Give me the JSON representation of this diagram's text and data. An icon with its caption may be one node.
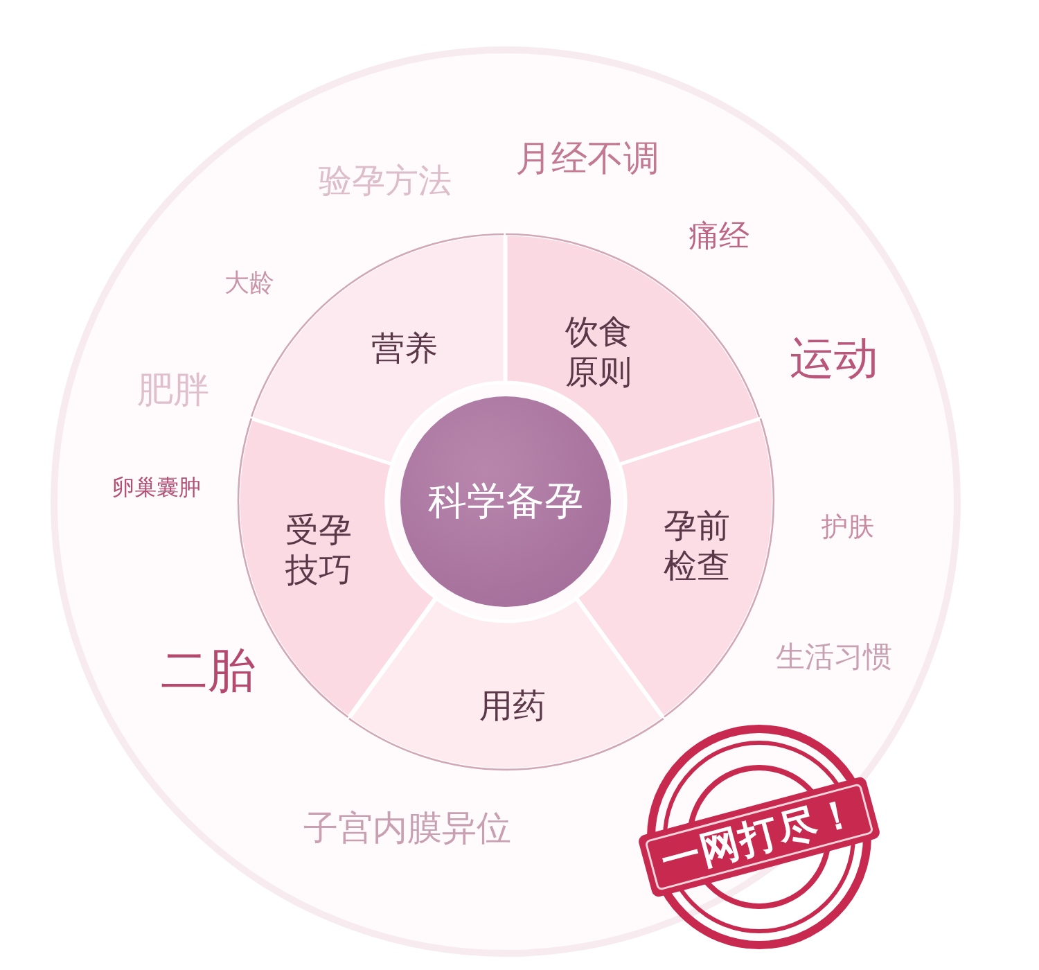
{
  "diagram": {
    "nodes": [
      {
        "text": [
          "营养"
        ]
      },
      {
        "text": [
          "饮食原则"
        ]
      },
      {
        "text": [
          "科学备孕"
        ]
      },
      {
        "text": [
          "受孕技巧"
        ]
      },
      {
        "text": [
          "孕前检查"
        ]
      },
      {
        "text": [
          "用药"
        ]
      },
      {
        "text": [
          "一网打尽！"
        ]
      }
    ],
    "labels": [
      "月经不调",
      "验孕方法",
      "痛经",
      "大龄",
      "运动",
      "肥胖",
      "卵巢囊肿",
      "护肤",
      "生活习惯",
      "二胎",
      "子宫内膜异位"
    ]
  }
}
